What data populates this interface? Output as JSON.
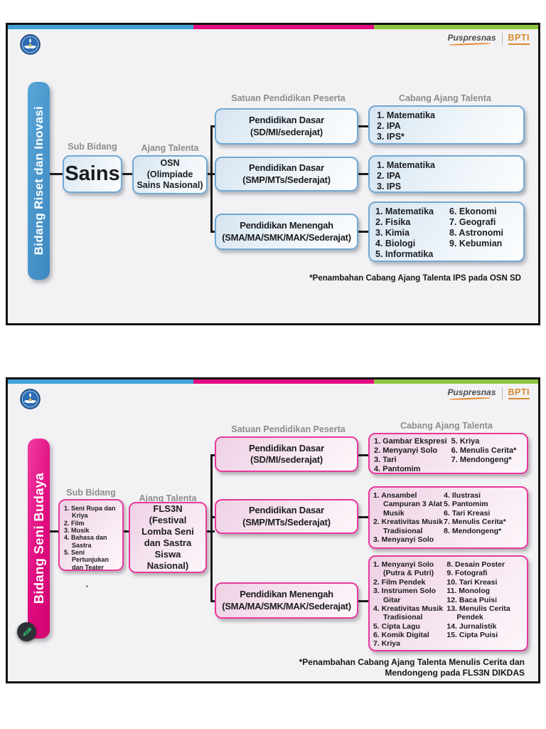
{
  "brand": {
    "puspresnas_label": "Puspresnas",
    "bpti_label": "BPTI"
  },
  "colors": {
    "stripe_blue": "#3fa3d9",
    "stripe_magenta": "#e20b80",
    "stripe_green": "#8ec63f",
    "riset_accent": "#4a97cc",
    "seni_accent": "#e00b7f",
    "brand_orange": "#d9892f",
    "edit_icon_green": "#2ecc71"
  },
  "panel_riset": {
    "bar_label": "Bidang Riset dan Inovasi",
    "sub_bidang_label": "Sub Bidang",
    "ajang_talenta_label": "Ajang Talenta",
    "satuan_header": "Satuan Pendidikan Peserta",
    "cabang_header": "Cabang Ajang Talenta",
    "sub_bidang": "Sains",
    "ajang": "OSN\n(Olimpiade\nSains Nasional)",
    "rows": [
      {
        "satuan": "Pendidikan Dasar\n(SD/MI/sederajat)",
        "col1": [
          "1. Matematika",
          "2. IPA",
          "3. IPS*"
        ],
        "col2": []
      },
      {
        "satuan": "Pendidikan Dasar\n(SMP/MTs/Sederajat)",
        "col1": [
          "1. Matematika",
          "2. IPA",
          "3. IPS"
        ],
        "col2": []
      },
      {
        "satuan": "Pendidikan Menengah\n(SMA/MA/SMK/MAK/Sederajat)",
        "col1": [
          "1. Matematika",
          "2. Fisika",
          "3. Kimia",
          "4. Biologi",
          "5. Informatika"
        ],
        "col2": [
          "6. Ekonomi",
          "7. Geografi",
          "8. Astronomi",
          "9. Kebumian"
        ]
      }
    ],
    "footnote": "*Penambahan Cabang Ajang Talenta IPS pada OSN SD"
  },
  "panel_seni": {
    "bar_label": "Bidang Seni Budaya",
    "sub_bidang_label": "Sub Bidang",
    "ajang_talenta_label": "Ajang Talenta",
    "satuan_header": "Satuan Pendidikan Peserta",
    "cabang_header": "Cabang Ajang Talenta",
    "sub_bidang_items": [
      "1. Seni Rupa dan Kriya",
      "2. Film",
      "3. Musik",
      "4. Bahasa dan Sastra",
      "5. Seni Pertunjukan dan Teater"
    ],
    "ajang": "FLS3N\n(Festival\nLomba Seni\ndan Sastra\nSiswa\nNasional)",
    "rows": [
      {
        "satuan": "Pendidikan Dasar\n(SD/MI/sederajat)",
        "col1": [
          "1. Gambar Ekspresi",
          "2. Menyanyi Solo",
          "3. Tari",
          "4. Pantomim"
        ],
        "col2": [
          "5. Kriya",
          "6. Menulis Cerita*",
          "7. Mendongeng*"
        ]
      },
      {
        "satuan": "Pendidikan Dasar\n(SMP/MTs/Sederajat)",
        "col1": [
          "1. Ansambel Campuran 3 Alat Musik",
          "2. Kreativitas Musik Tradisional",
          "3. Menyanyi Solo"
        ],
        "col2": [
          "4. Ilustrasi",
          "5. Pantomim",
          "6. Tari Kreasi",
          "7. Menulis Cerita*",
          "8. Mendongeng*"
        ]
      },
      {
        "satuan": "Pendidikan Menengah\n(SMA/MA/SMK/MAK/Sederajat)",
        "col1": [
          "1. Menyanyi Solo (Putra & Putri)",
          "2. Film Pendek",
          "3. Instrumen Solo Gitar",
          "4. Kreativitas Musik Tradisional",
          "5. Cipta Lagu",
          "6. Komik Digital",
          "7. Kriya"
        ],
        "col2": [
          "8. Desain Poster",
          "9. Fotografi",
          "10. Tari Kreasi",
          "11. Monolog",
          "12. Baca Puisi",
          "13. Menulis Cerita Pendek",
          "14. Jurnalistik",
          "15. Cipta Puisi"
        ]
      }
    ],
    "footnote": "*Penambahan Cabang Ajang Talenta Menulis Cerita dan\nMendongeng pada FLS3N DIKDAS"
  }
}
